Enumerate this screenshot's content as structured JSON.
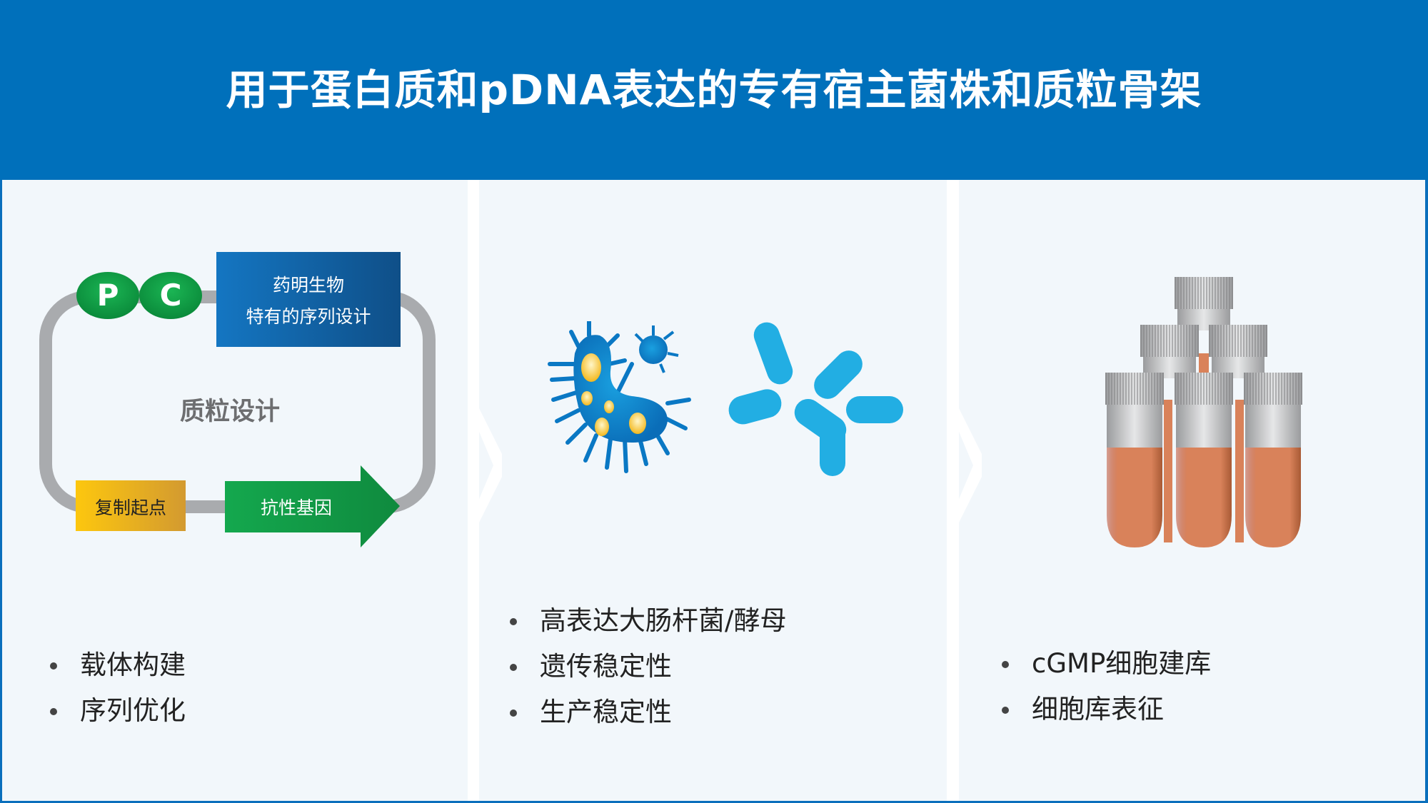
{
  "header": {
    "title": "用于蛋白质和pDNA表达的专有宿主菌株和质粒骨架"
  },
  "plasmid": {
    "promoter": "P",
    "c_element": "C",
    "wuxi_box_line1": "药明生物",
    "wuxi_box_line2": "特有的序列设计",
    "center_label": "质粒设计",
    "origin": "复制起点",
    "resistance": "抗性基因"
  },
  "panel1": {
    "bullets": [
      "载体构建",
      "序列优化"
    ]
  },
  "panel2": {
    "bullets": [
      "高表达大肠杆菌/酵母",
      "遗传稳定性",
      "生产稳定性"
    ]
  },
  "panel3": {
    "bullets": [
      "cGMP细胞建库",
      "细胞库表征"
    ]
  },
  "colors": {
    "brand_blue": "#0070bb",
    "green": "#12a04a",
    "yellow": "#f7c21a",
    "gray": "#a9abae",
    "vial_orange": "#d9825a"
  }
}
